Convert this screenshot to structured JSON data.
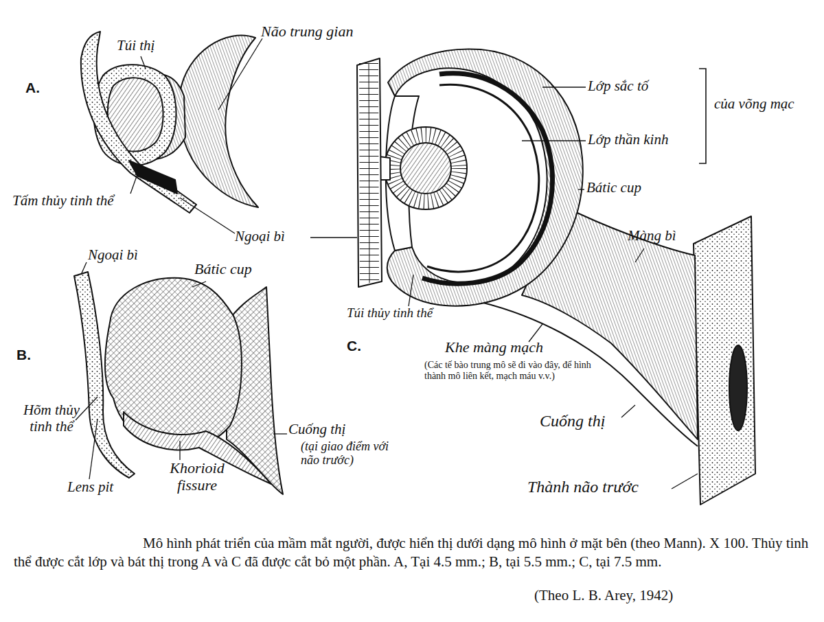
{
  "diagram": {
    "caption": "Mô hình phát triển của mầm mắt người, được hiển thị dưới dạng mô hình ở mặt bên (theo Mann). X 100. Thủy tinh thể được cắt lớp và bát thị trong A và C đã được cắt bỏ một phần. A, Tại 4.5 mm.; B, tại 5.5 mm.; C, tại 7.5 mm.",
    "labels": [
      "A.",
      "Túi thị",
      "Não trung gian",
      "Tấm thủy tinh thể",
      "Ngoại bì",
      "Ngoại bì",
      "Bátic cup",
      "B.",
      "Hõm thủy tinh thể",
      "Lens pit",
      "Khorioid fissure",
      "Cuống thị",
      "(tại giao điểm với não trước)",
      "C.",
      "Lớp sắc tố",
      "của võng mạc",
      "Lớp thần kinh",
      "Bátic cup",
      "Màng bì",
      "Túi thủy tinh thể",
      "Khe màng mạch",
      "(Các tế bào trung mô sẽ đi vào đây, để hình thành mô liên kết, mạch máu v.v.)",
      "Cuống thị",
      "Thành não trước",
      "(Theo L. B. Arey, 1942)"
    ]
  }
}
